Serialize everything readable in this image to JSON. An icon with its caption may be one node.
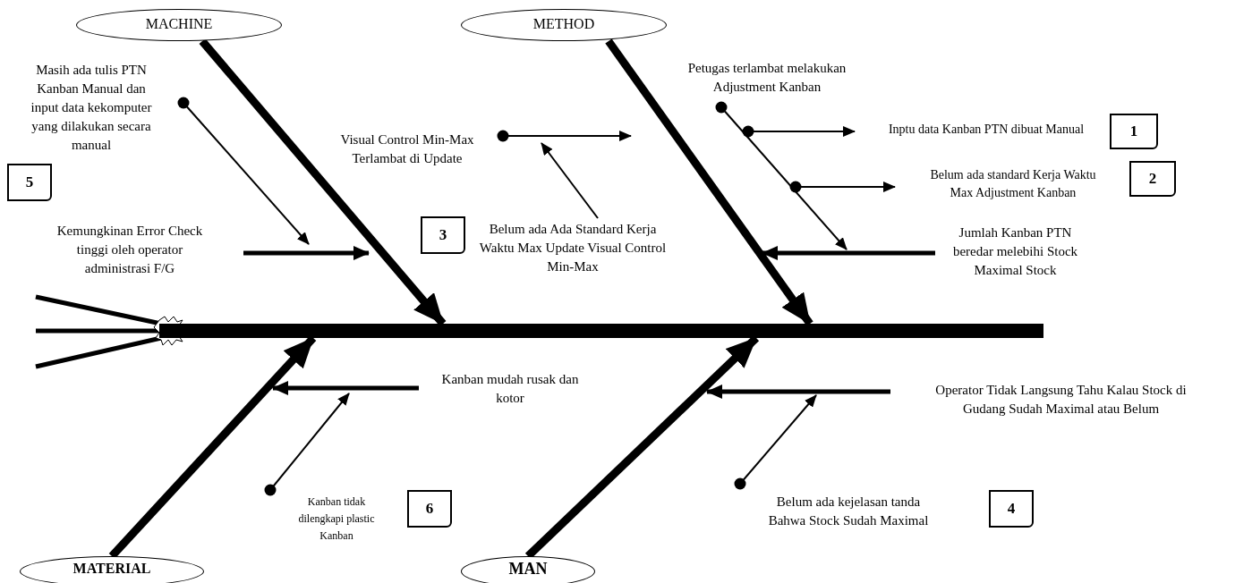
{
  "diagram": {
    "nodes": [
      {
        "text": [
          "MACHINE"
        ]
      },
      {
        "text": [
          "METHOD"
        ]
      },
      {
        "text": [
          "MATERIAL"
        ]
      },
      {
        "text": [
          "MAN"
        ]
      },
      {
        "text": [],
        "shape": "bar"
      },
      {
        "text": [
          "Masih ada tulis PTN Kanban Manual dan input data kekomputer yang dilakukan secara manual"
        ]
      },
      {
        "text": [
          "Kemungkinan Error Check tinggi oleh operator administrasi F/G"
        ]
      },
      {
        "text": [
          "Visual Control Min-Max Terlambat di Update"
        ]
      },
      {
        "text": [
          "Belum ada Ada Standard Kerja Waktu Max Update Visual Control Min-Max"
        ]
      },
      {
        "text": [
          "Petugas terlambat melakukan Adjustment Kanban"
        ]
      },
      {
        "text": [
          "Inptu data Kanban PTN dibuat Manual"
        ]
      },
      {
        "text": [
          "Belum ada standard Kerja Waktu Max Adjustment Kanban"
        ]
      },
      {
        "text": [
          "Jumlah Kanban PTN beredar melebihi Stock Maximal Stock"
        ]
      },
      {
        "text": [
          "Kanban mudah rusak dan kotor"
        ]
      },
      {
        "text": [
          "Kanban tidak dilengkapi plastic Kanban"
        ]
      },
      {
        "text": [
          "Operator Tidak Langsung Tahu Kalau Stock di Gudang Sudah Maximal atau Belum"
        ]
      },
      {
        "text": [
          "Belum ada kejelasan tanda Bahwa Stock Sudah Maximal"
        ]
      },
      {
        "text": [
          "1"
        ]
      },
      {
        "text": [
          "2"
        ]
      },
      {
        "text": [
          "3"
        ]
      },
      {
        "text": [
          "4"
        ]
      },
      {
        "text": [
          "5"
        ]
      },
      {
        "text": [
          "6"
        ]
      }
    ],
    "edges": [
      {
        "from": 0,
        "to": 4,
        "arrow": "to",
        "style": "thick"
      },
      {
        "from": 1,
        "to": 4,
        "arrow": "to",
        "style": "thick"
      },
      {
        "from": 2,
        "to": 4,
        "arrow": "to",
        "style": "thick"
      },
      {
        "from": 3,
        "to": 4,
        "arrow": "to",
        "style": "thick"
      },
      {
        "from": 5,
        "to": null,
        "arrow": "to"
      },
      {
        "from": 6,
        "to": null,
        "arrow": "to",
        "style": "thick"
      },
      {
        "from": 7,
        "to": null,
        "arrow": "to"
      },
      {
        "from": 8,
        "to": null,
        "arrow": "to"
      },
      {
        "from": 9,
        "to": null,
        "arrow": "to"
      },
      {
        "from": 9,
        "to": 10,
        "arrow": "to"
      },
      {
        "from": 9,
        "to": 11,
        "arrow": "to"
      },
      {
        "from": 12,
        "to": null,
        "arrow": "to",
        "style": "thick"
      },
      {
        "from": 13,
        "to": null,
        "arrow": "to",
        "style": "thick"
      },
      {
        "from": 14,
        "to": null,
        "arrow": "to"
      },
      {
        "from": 15,
        "to": null,
        "arrow": "to",
        "style": "thick"
      },
      {
        "from": 16,
        "to": null,
        "arrow": "to"
      }
    ]
  }
}
